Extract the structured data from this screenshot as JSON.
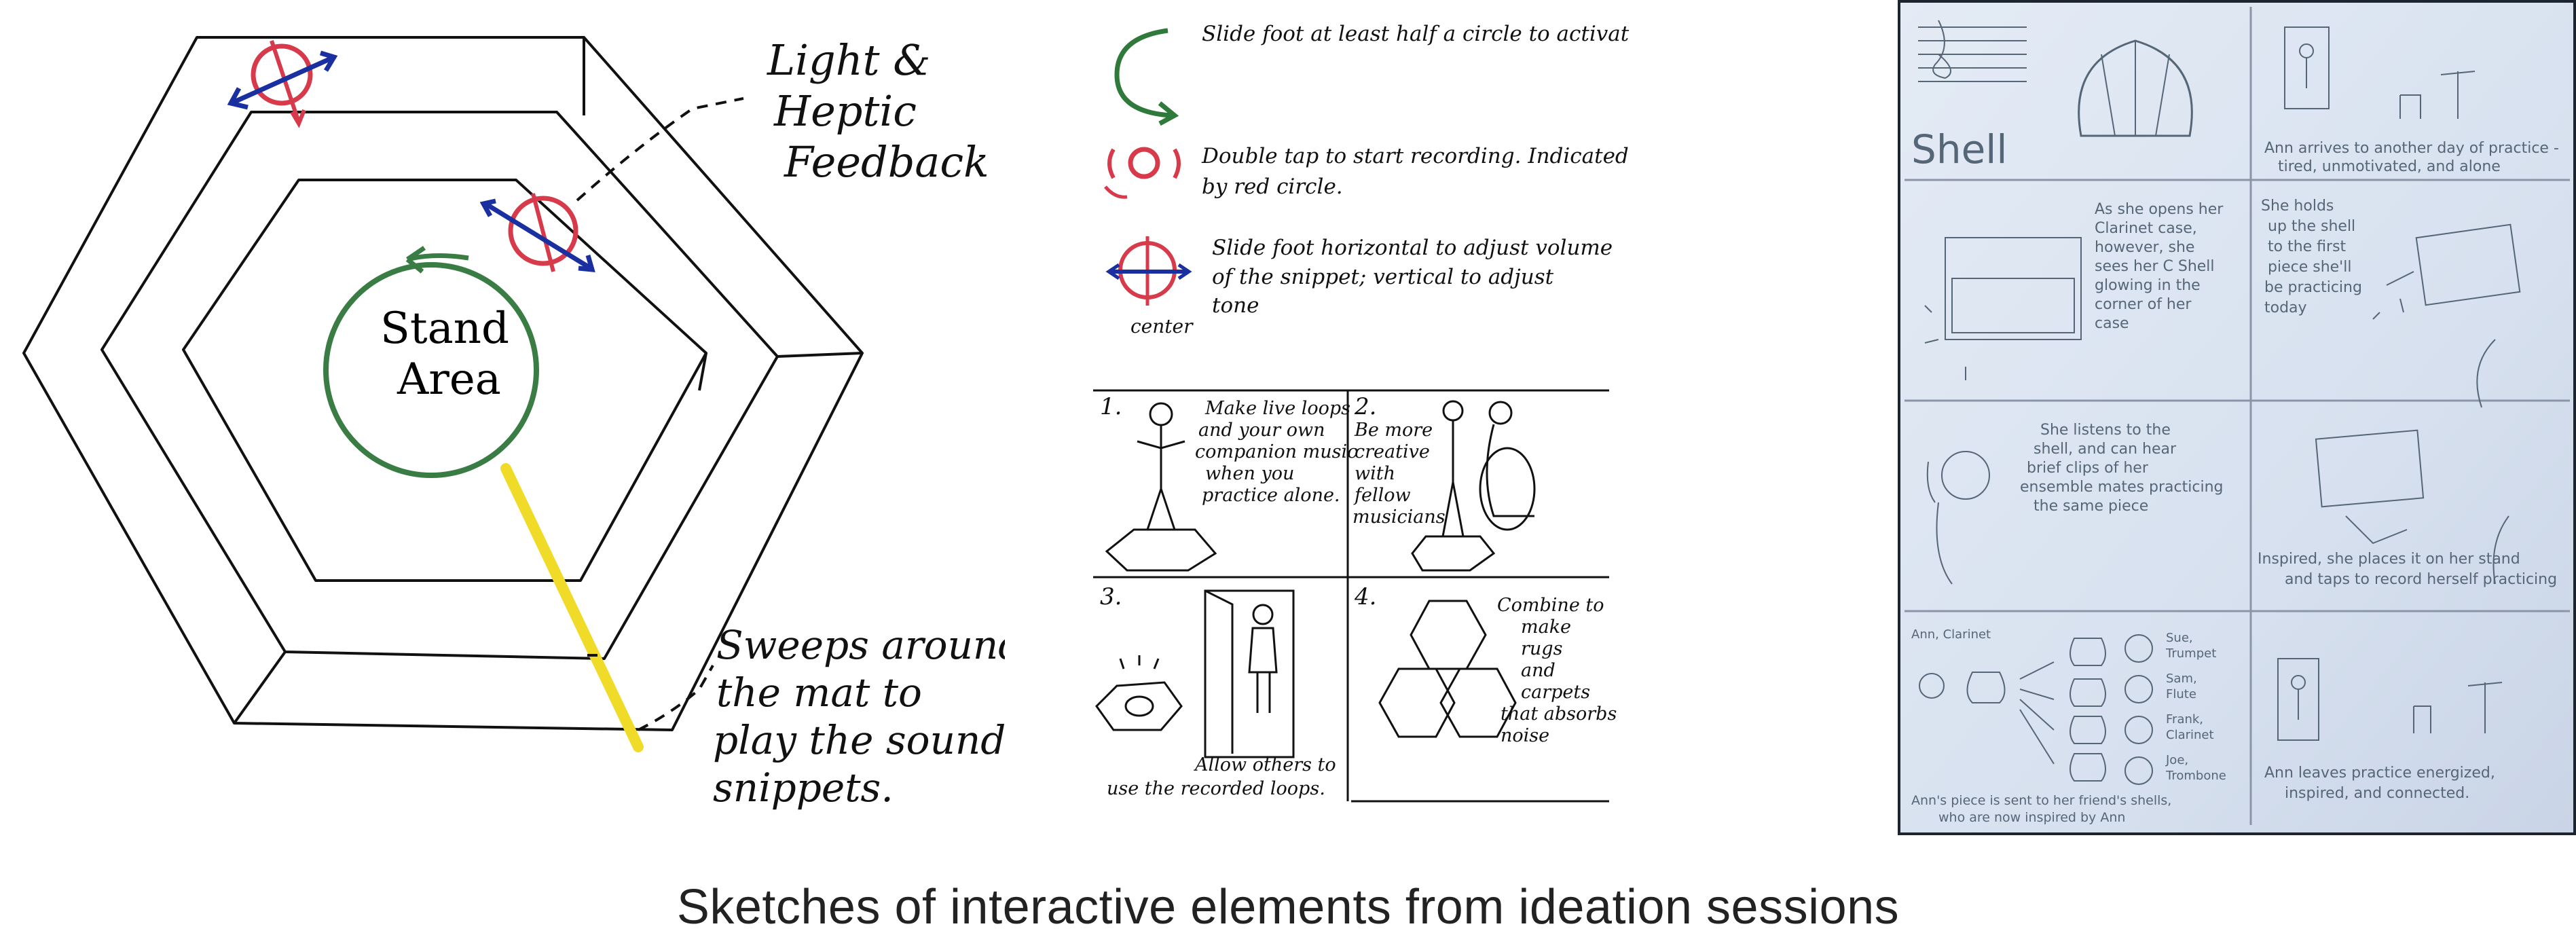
{
  "caption": "Sketches of interactive elements from ideation sessions",
  "mat_sketch": {
    "stand_area_line1": "Stand",
    "stand_area_line2": "Area",
    "feedback_line1": "Light &",
    "feedback_line2": "Heptic",
    "feedback_line3": "Feedback",
    "sweep_line1": "Sweeps around",
    "sweep_line2": "the mat to",
    "sweep_line3": "play the sound",
    "sweep_line4": "snippets."
  },
  "controls_sketch": {
    "legend": [
      {
        "icon": "green-arc-arrow-icon",
        "line1": "Slide foot at least half a circle to activate",
        "line2": ""
      },
      {
        "icon": "red-double-tap-icon",
        "line1": "Double tap to start recording. Indicated",
        "line2": "by red circle."
      },
      {
        "icon": "crosshair-arrows-icon",
        "line1": "Slide foot horizontal to adjust volume",
        "line2": "of the snippet; vertical to adjust",
        "line3": "tone"
      }
    ],
    "center_label": "center",
    "cells": [
      {
        "num": "1.",
        "lines": [
          "Make live loops",
          "and your own",
          "companion music",
          "when you",
          "practice alone."
        ]
      },
      {
        "num": "2.",
        "lines": [
          "Be more",
          "creative",
          "with",
          "fellow",
          "musicians"
        ]
      },
      {
        "num": "3.",
        "lines": [
          "Allow others to",
          "use the recorded loops."
        ]
      },
      {
        "num": "4.",
        "lines": [
          "Combine to",
          "make",
          "rugs",
          "and",
          "carpets",
          "that absorbs",
          "noise"
        ]
      }
    ]
  },
  "storyboard": {
    "title": "Shell",
    "captions": {
      "p2": [
        "Ann arrives to another day of practice -",
        "tired, unmotivated, and alone"
      ],
      "p3": [
        "As she opens her",
        "Clarinet case,",
        "however, she",
        "sees her C Shell",
        "glowing in the",
        "corner of her",
        "case"
      ],
      "p4": [
        "She holds",
        "up the shell",
        "to the first",
        "piece she'll",
        "be practicing",
        "today"
      ],
      "p5": [
        "She listens to the",
        "shell, and can hear",
        "brief clips of her",
        "ensemble mates practicing",
        "the same piece"
      ],
      "p6": [
        "Inspired, she places it on her stand",
        "and taps to record herself practicing"
      ],
      "p7": [
        "Ann's piece is sent to her friend's shells,",
        "who are now inspired by Ann"
      ],
      "p8": [
        "Ann leaves practice energized,",
        "inspired, and connected."
      ]
    },
    "people": [
      {
        "name": "Sue,",
        "inst": "Trumpet"
      },
      {
        "name": "Sam,",
        "inst": "Flute"
      },
      {
        "name": "Frank,",
        "inst": "Clarinet"
      },
      {
        "name": "Joe,",
        "inst": "Trombone"
      }
    ],
    "ann_label": "Ann, Clarinet"
  }
}
